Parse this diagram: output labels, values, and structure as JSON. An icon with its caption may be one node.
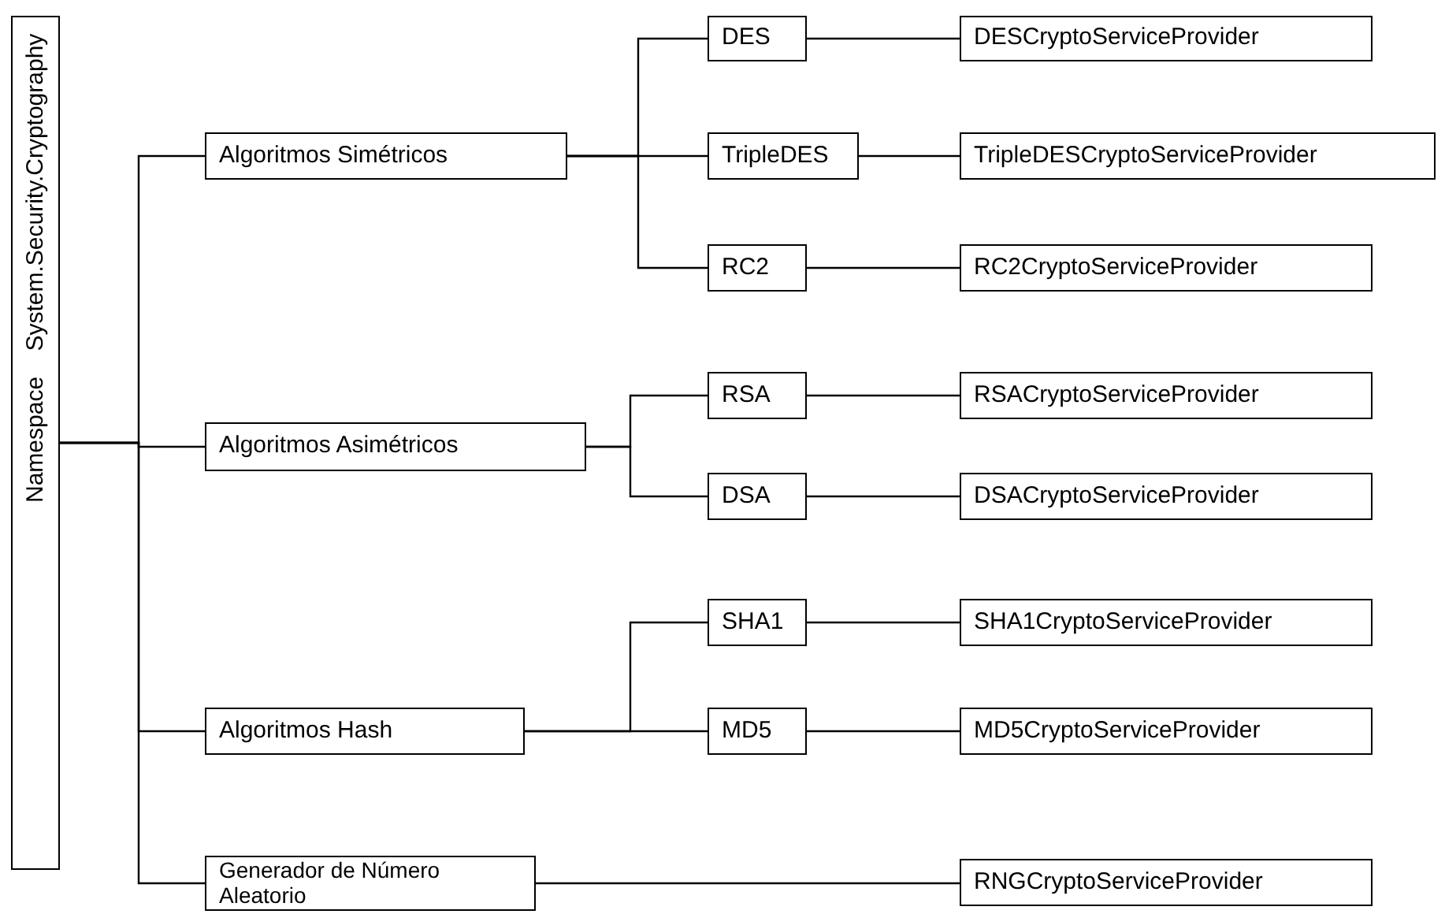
{
  "diagram": {
    "nodes": [
      {
        "text": [
          "Namespace System.Security.Cryptography"
        ]
      },
      {
        "text": [
          "Algoritmos Simétricos"
        ]
      },
      {
        "text": [
          "DES"
        ]
      },
      {
        "text": [
          "DESCryptoServiceProvider"
        ]
      },
      {
        "text": [
          "TripleDES"
        ]
      },
      {
        "text": [
          "TripleDESCryptoServiceProvider"
        ]
      },
      {
        "text": [
          "RC2"
        ]
      },
      {
        "text": [
          "RC2CryptoServiceProvider"
        ]
      },
      {
        "text": [
          "Algoritmos Asimétricos"
        ]
      },
      {
        "text": [
          "RSA"
        ]
      },
      {
        "text": [
          "RSACryptoServiceProvider"
        ]
      },
      {
        "text": [
          "DSA"
        ]
      },
      {
        "text": [
          "DSACryptoServiceProvider"
        ]
      },
      {
        "text": [
          "Algoritmos Hash"
        ]
      },
      {
        "text": [
          "SHA1"
        ]
      },
      {
        "text": [
          "SHA1CryptoServiceProvider"
        ]
      },
      {
        "text": [
          "MD5"
        ]
      },
      {
        "text": [
          "MD5CryptoServiceProvider"
        ]
      },
      {
        "text": [
          "Generador de Número Aleatorio"
        ]
      },
      {
        "text": [
          "RNGCryptoServiceProvider"
        ]
      }
    ],
    "edges": [
      {
        "from": 0,
        "to": 1,
        "arrow": "none"
      },
      {
        "from": 0,
        "to": 8,
        "arrow": "none"
      },
      {
        "from": 0,
        "to": 13,
        "arrow": "none"
      },
      {
        "from": 0,
        "to": 18,
        "arrow": "none"
      },
      {
        "from": 1,
        "to": 2,
        "arrow": "none"
      },
      {
        "from": 1,
        "to": 4,
        "arrow": "none"
      },
      {
        "from": 1,
        "to": 6,
        "arrow": "none"
      },
      {
        "from": 2,
        "to": 3,
        "arrow": "none"
      },
      {
        "from": 4,
        "to": 5,
        "arrow": "none"
      },
      {
        "from": 6,
        "to": 7,
        "arrow": "none"
      },
      {
        "from": 8,
        "to": 9,
        "arrow": "none"
      },
      {
        "from": 8,
        "to": 11,
        "arrow": "none"
      },
      {
        "from": 9,
        "to": 10,
        "arrow": "none"
      },
      {
        "from": 11,
        "to": 12,
        "arrow": "none"
      },
      {
        "from": 13,
        "to": 14,
        "arrow": "none"
      },
      {
        "from": 13,
        "to": 16,
        "arrow": "none"
      },
      {
        "from": 14,
        "to": 15,
        "arrow": "none"
      },
      {
        "from": 16,
        "to": 17,
        "arrow": "none"
      },
      {
        "from": 18,
        "to": 19,
        "arrow": "none"
      }
    ]
  }
}
